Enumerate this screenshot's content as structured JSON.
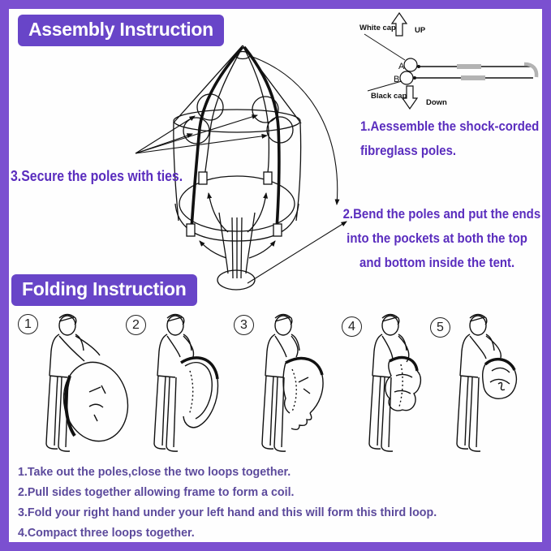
{
  "colors": {
    "border": "#7b50d0",
    "badge_background": "#6845c8",
    "step_text": "#5a2dbe",
    "list_text": "#5c4a9c",
    "line_art": "#111111",
    "pole_connector_gray": "#b3b3b3"
  },
  "assembly": {
    "title": "Assembly Instruction",
    "pole_diagram": {
      "white_cap": "White cap",
      "up": "UP",
      "black_cap": "Black cap",
      "down": "Down",
      "point_a": "A",
      "point_b": "B"
    },
    "step1_line1": "1.Aessemble the shock-corded",
    "step1_line2": "fibreglass poles.",
    "step2_line1": "2.Bend the poles and put the ends",
    "step2_line2": "into the pockets at both the top",
    "step2_line3": "and bottom inside the tent.",
    "step3": "3.Secure the poles with ties."
  },
  "folding": {
    "title": "Folding Instruction",
    "figures": [
      {
        "number": "1"
      },
      {
        "number": "2"
      },
      {
        "number": "3"
      },
      {
        "number": "4"
      },
      {
        "number": "5"
      }
    ],
    "steps": [
      "1.Take out the poles,close the two loops together.",
      "2.Pull sides together allowing frame to form a coil.",
      "3.Fold your right hand under your left hand and this will form this third loop.",
      "4.Compact three loops together."
    ]
  }
}
